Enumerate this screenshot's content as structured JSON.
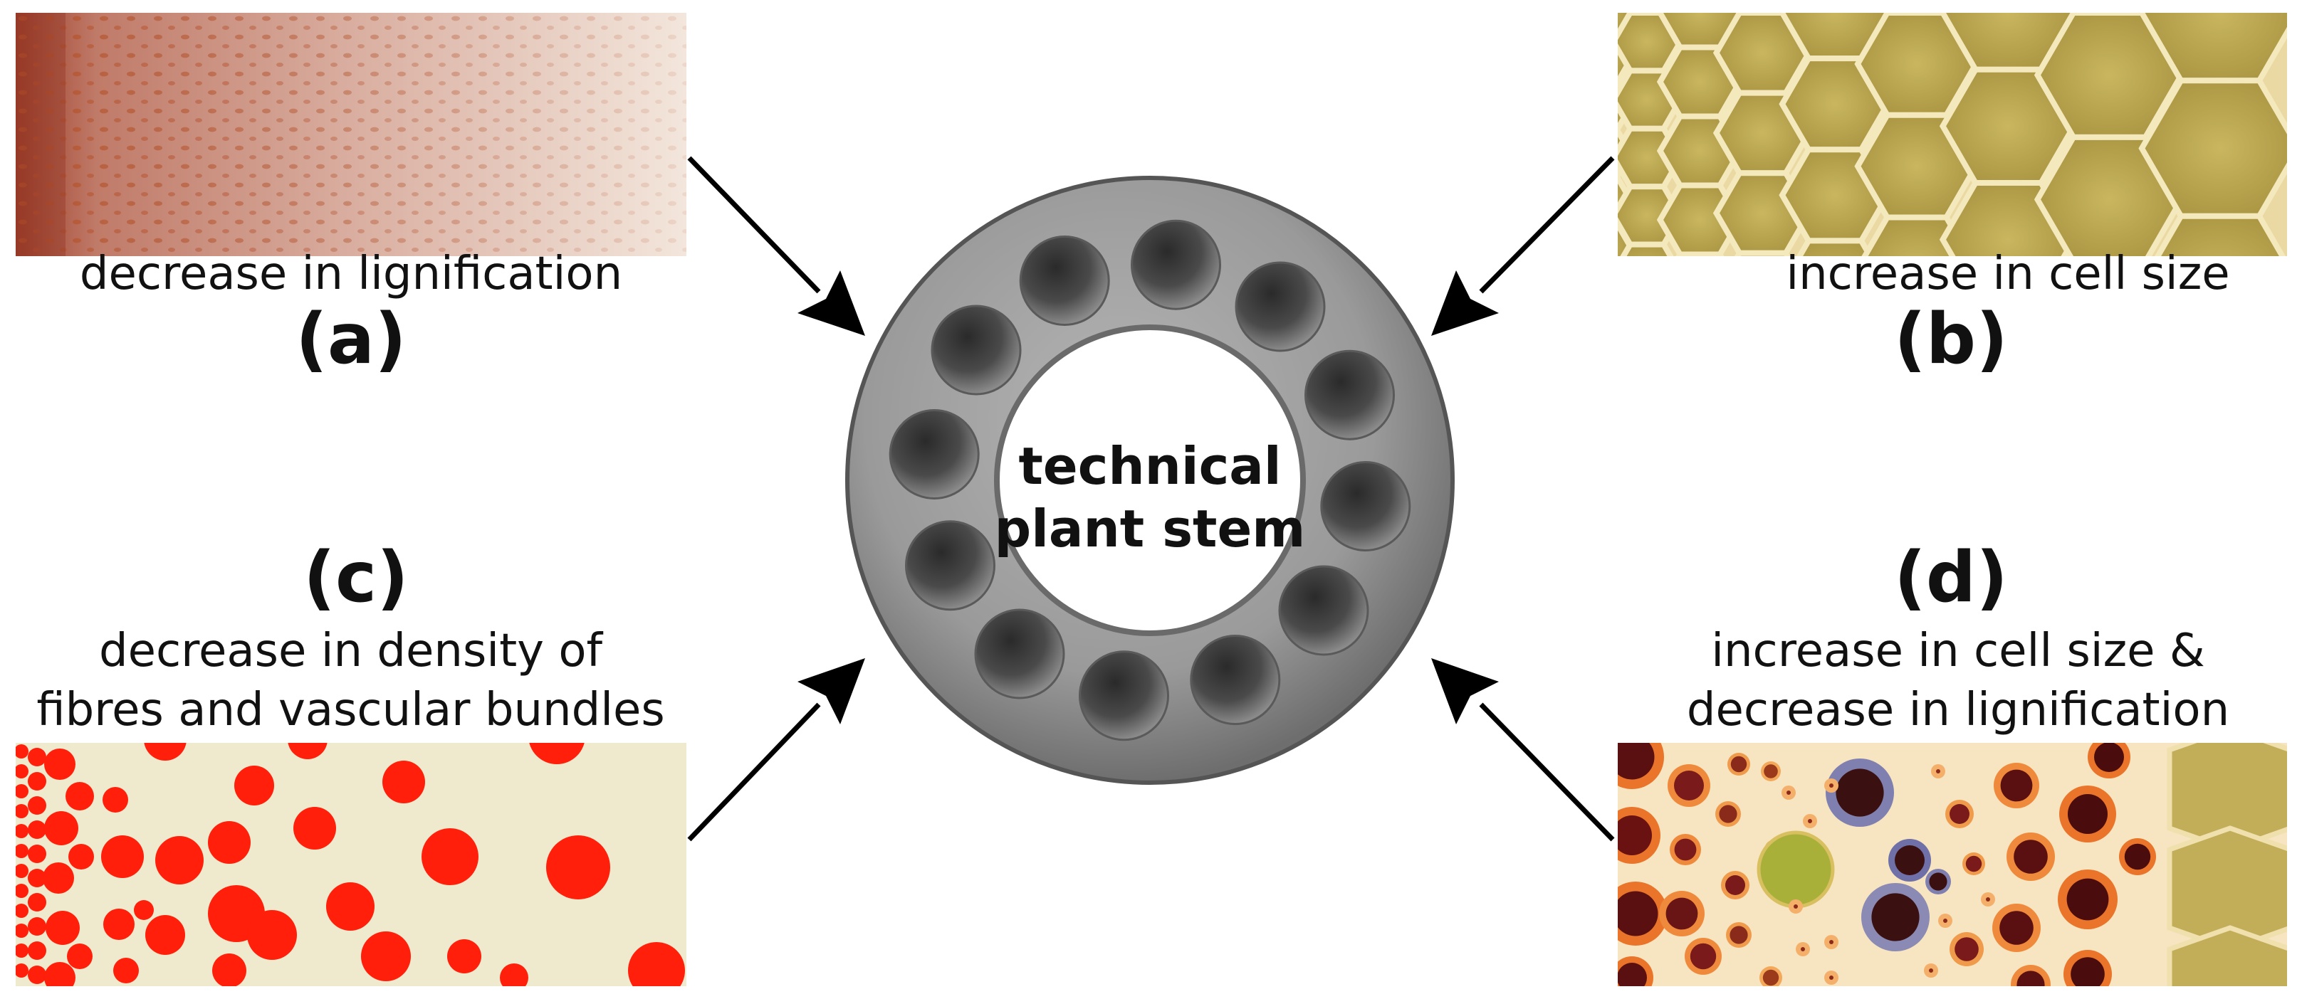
{
  "center": {
    "line1": "technical",
    "line2": "plant stem"
  },
  "panels": {
    "a": {
      "tag": "(a)",
      "caption": "decrease in lignification"
    },
    "b": {
      "tag": "(b)",
      "caption": "increase in cell size"
    },
    "c": {
      "tag": "(c)",
      "caption_line1": "decrease in density of",
      "caption_line2": "fibres and vascular bundles"
    },
    "d": {
      "tag": "(d)",
      "caption_line1": "increase in cell size &",
      "caption_line2": "decrease in lignification"
    }
  },
  "colors": {
    "lignification_gradient_dark": "#a84a32",
    "lignification_gradient_light": "#f1e4d9",
    "honeycomb_fill": "#c9b45f",
    "honeycomb_wall": "#e6d29a",
    "bundle_red": "#ff2a10",
    "bundle_background": "#efeacd",
    "stem_gray": "#9b9b9b",
    "orange_cells": "#f07a2a"
  }
}
